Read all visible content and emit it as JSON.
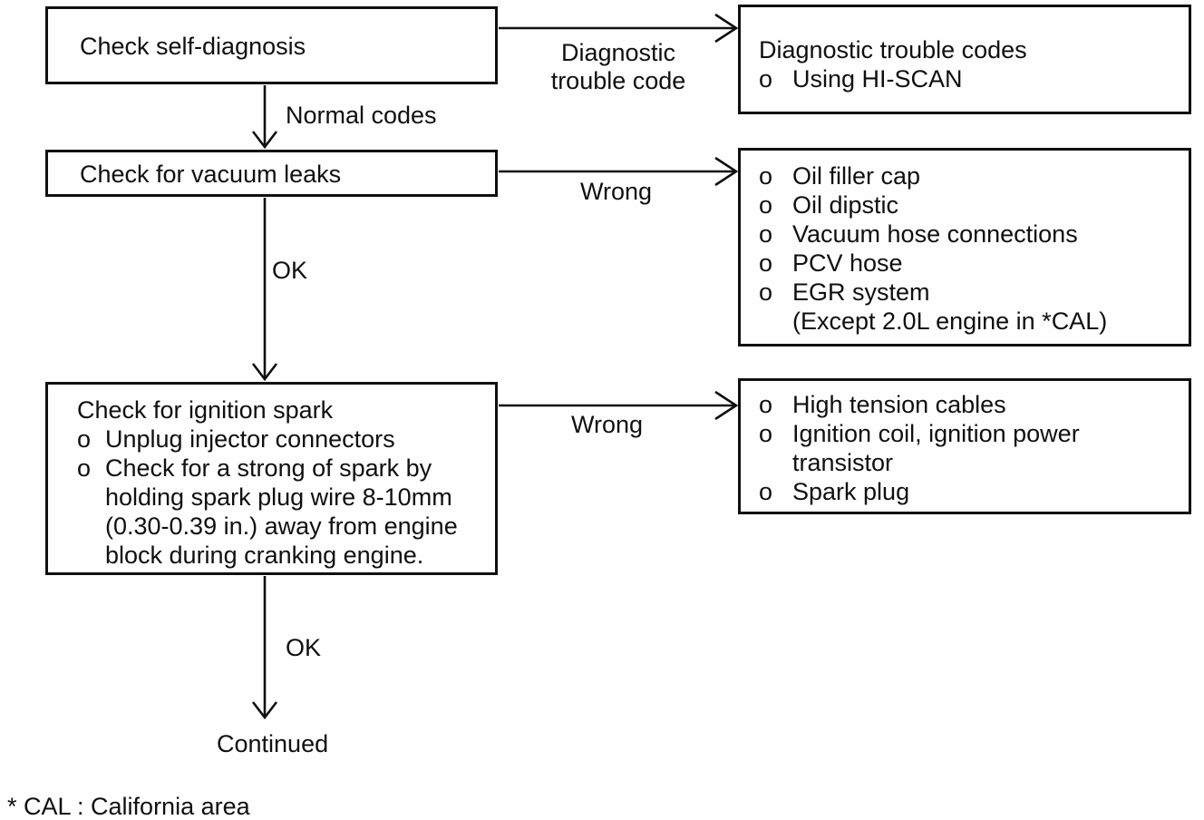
{
  "colors": {
    "ink": "#101010",
    "paper": "#fefefe"
  },
  "bullet_char": "o",
  "boxes": {
    "self_diagnosis": {
      "title": "Check self-diagnosis"
    },
    "trouble_codes": {
      "title": "Diagnostic trouble codes",
      "items": [
        "Using HI-SCAN"
      ]
    },
    "vacuum_leaks": {
      "title": "Check for vacuum leaks"
    },
    "vacuum_checklist": {
      "items": [
        "Oil filler cap",
        "Oil dipstic",
        "Vacuum hose connections",
        "PCV hose",
        "EGR system"
      ],
      "note": "(Except 2.0L engine in *CAL)"
    },
    "ignition_spark": {
      "title": "Check for ignition spark",
      "items": [
        "Unplug injector connectors",
        "Check for a strong of spark by"
      ],
      "continuations": [
        "holding spark plug wire 8-10mm",
        "(0.30-0.39 in.) away from engine",
        "block during cranking engine."
      ]
    },
    "ignition_checklist": {
      "items": [
        "High tension cables",
        "Ignition coil, ignition power",
        "Spark plug"
      ],
      "continuation": "transistor"
    }
  },
  "edge_labels": {
    "diagnostic_line1": "Diagnostic",
    "diagnostic_line2": "trouble code",
    "normal_codes": "Normal codes",
    "ok_top": "OK",
    "wrong_top": "Wrong",
    "wrong_bottom": "Wrong",
    "ok_bottom": "OK"
  },
  "terminal": {
    "continued": "Continued"
  },
  "footnote": {
    "text": "* CAL : California area"
  }
}
